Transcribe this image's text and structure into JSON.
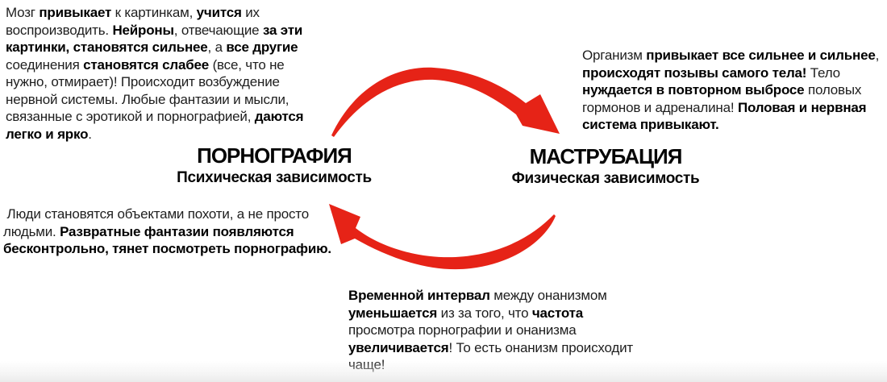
{
  "colors": {
    "arrow_red": "#e62317",
    "text": "#1e1e1e",
    "bold_text": "#000000",
    "footer_bar": "#ebebeb",
    "background": "#ffffff"
  },
  "nodes": {
    "left": {
      "title": "ПОРНОГРАФИЯ",
      "subtitle": "Психическая зависимость"
    },
    "right": {
      "title": "МАСТРУБАЦИЯ",
      "subtitle": "Физическая зависимость"
    }
  },
  "icons": {
    "top_arrow": "curved-arrow-pointing-right-down",
    "bottom_arrow": "curved-arrow-pointing-left-up"
  },
  "blocks": {
    "top_left": {
      "lines": [
        [
          {
            "t": "Мозг "
          },
          {
            "t": "привыкает",
            "b": true
          },
          {
            "t": " к картинкам, "
          },
          {
            "t": "учится",
            "b": true
          },
          {
            "t": " их"
          }
        ],
        [
          {
            "t": "воспроизводить. "
          },
          {
            "t": "Нейроны",
            "b": true
          },
          {
            "t": ", отвечающие "
          },
          {
            "t": "за эти",
            "b": true
          }
        ],
        [
          {
            "t": "картинки, становятся сильнее",
            "b": true
          },
          {
            "t": ", а "
          },
          {
            "t": "все другие",
            "b": true
          }
        ],
        [
          {
            "t": "соединения "
          },
          {
            "t": "становятся слабее",
            "b": true
          },
          {
            "t": " (все, что не"
          }
        ],
        [
          {
            "t": "нужно, отмирает)! Происходит возбуждение"
          }
        ],
        [
          {
            "t": "нервной системы. Любые фантазии и мысли,"
          }
        ],
        [
          {
            "t": "связанные с эротикой и порнографией, "
          },
          {
            "t": "даются",
            "b": true
          }
        ],
        [
          {
            "t": "легко и ярко",
            "b": true
          },
          {
            "t": "."
          }
        ]
      ]
    },
    "top_right": {
      "lines": [
        [
          {
            "t": "Организм "
          },
          {
            "t": "привыкает все сильнее и сильнее",
            "b": true
          },
          {
            "t": ","
          }
        ],
        [
          {
            "t": "происходят позывы самого тела!",
            "b": true
          },
          {
            "t": " Тело"
          }
        ],
        [
          {
            "t": "нуждается в повторном выбросе",
            "b": true
          },
          {
            "t": " половых"
          }
        ],
        [
          {
            "t": "гормонов и адреналина! "
          },
          {
            "t": "Половая и нервная",
            "b": true
          }
        ],
        [
          {
            "t": "система привыкают.",
            "b": true
          }
        ]
      ]
    },
    "bottom_left": {
      "lines": [
        [
          {
            "t": " Люди становятся объектами похоти, а не просто"
          }
        ],
        [
          {
            "t": "людьми. "
          },
          {
            "t": "Развратные фантазии появляются",
            "b": true
          }
        ],
        [
          {
            "t": "бесконтрольно, тянет посмотреть порнографию.",
            "b": true
          }
        ]
      ]
    },
    "bottom_center": {
      "lines": [
        [
          {
            "t": "Временной интервал",
            "b": true
          },
          {
            "t": " между онанизмом"
          }
        ],
        [
          {
            "t": "уменьшается",
            "b": true
          },
          {
            "t": " из за того, что "
          },
          {
            "t": "частота",
            "b": true
          }
        ],
        [
          {
            "t": "просмотра порнографии и онанизма"
          }
        ],
        [
          {
            "t": "увеличивается",
            "b": true
          },
          {
            "t": "! То есть онанизм происходит"
          }
        ],
        [
          {
            "t": "чаще!"
          }
        ]
      ]
    }
  }
}
